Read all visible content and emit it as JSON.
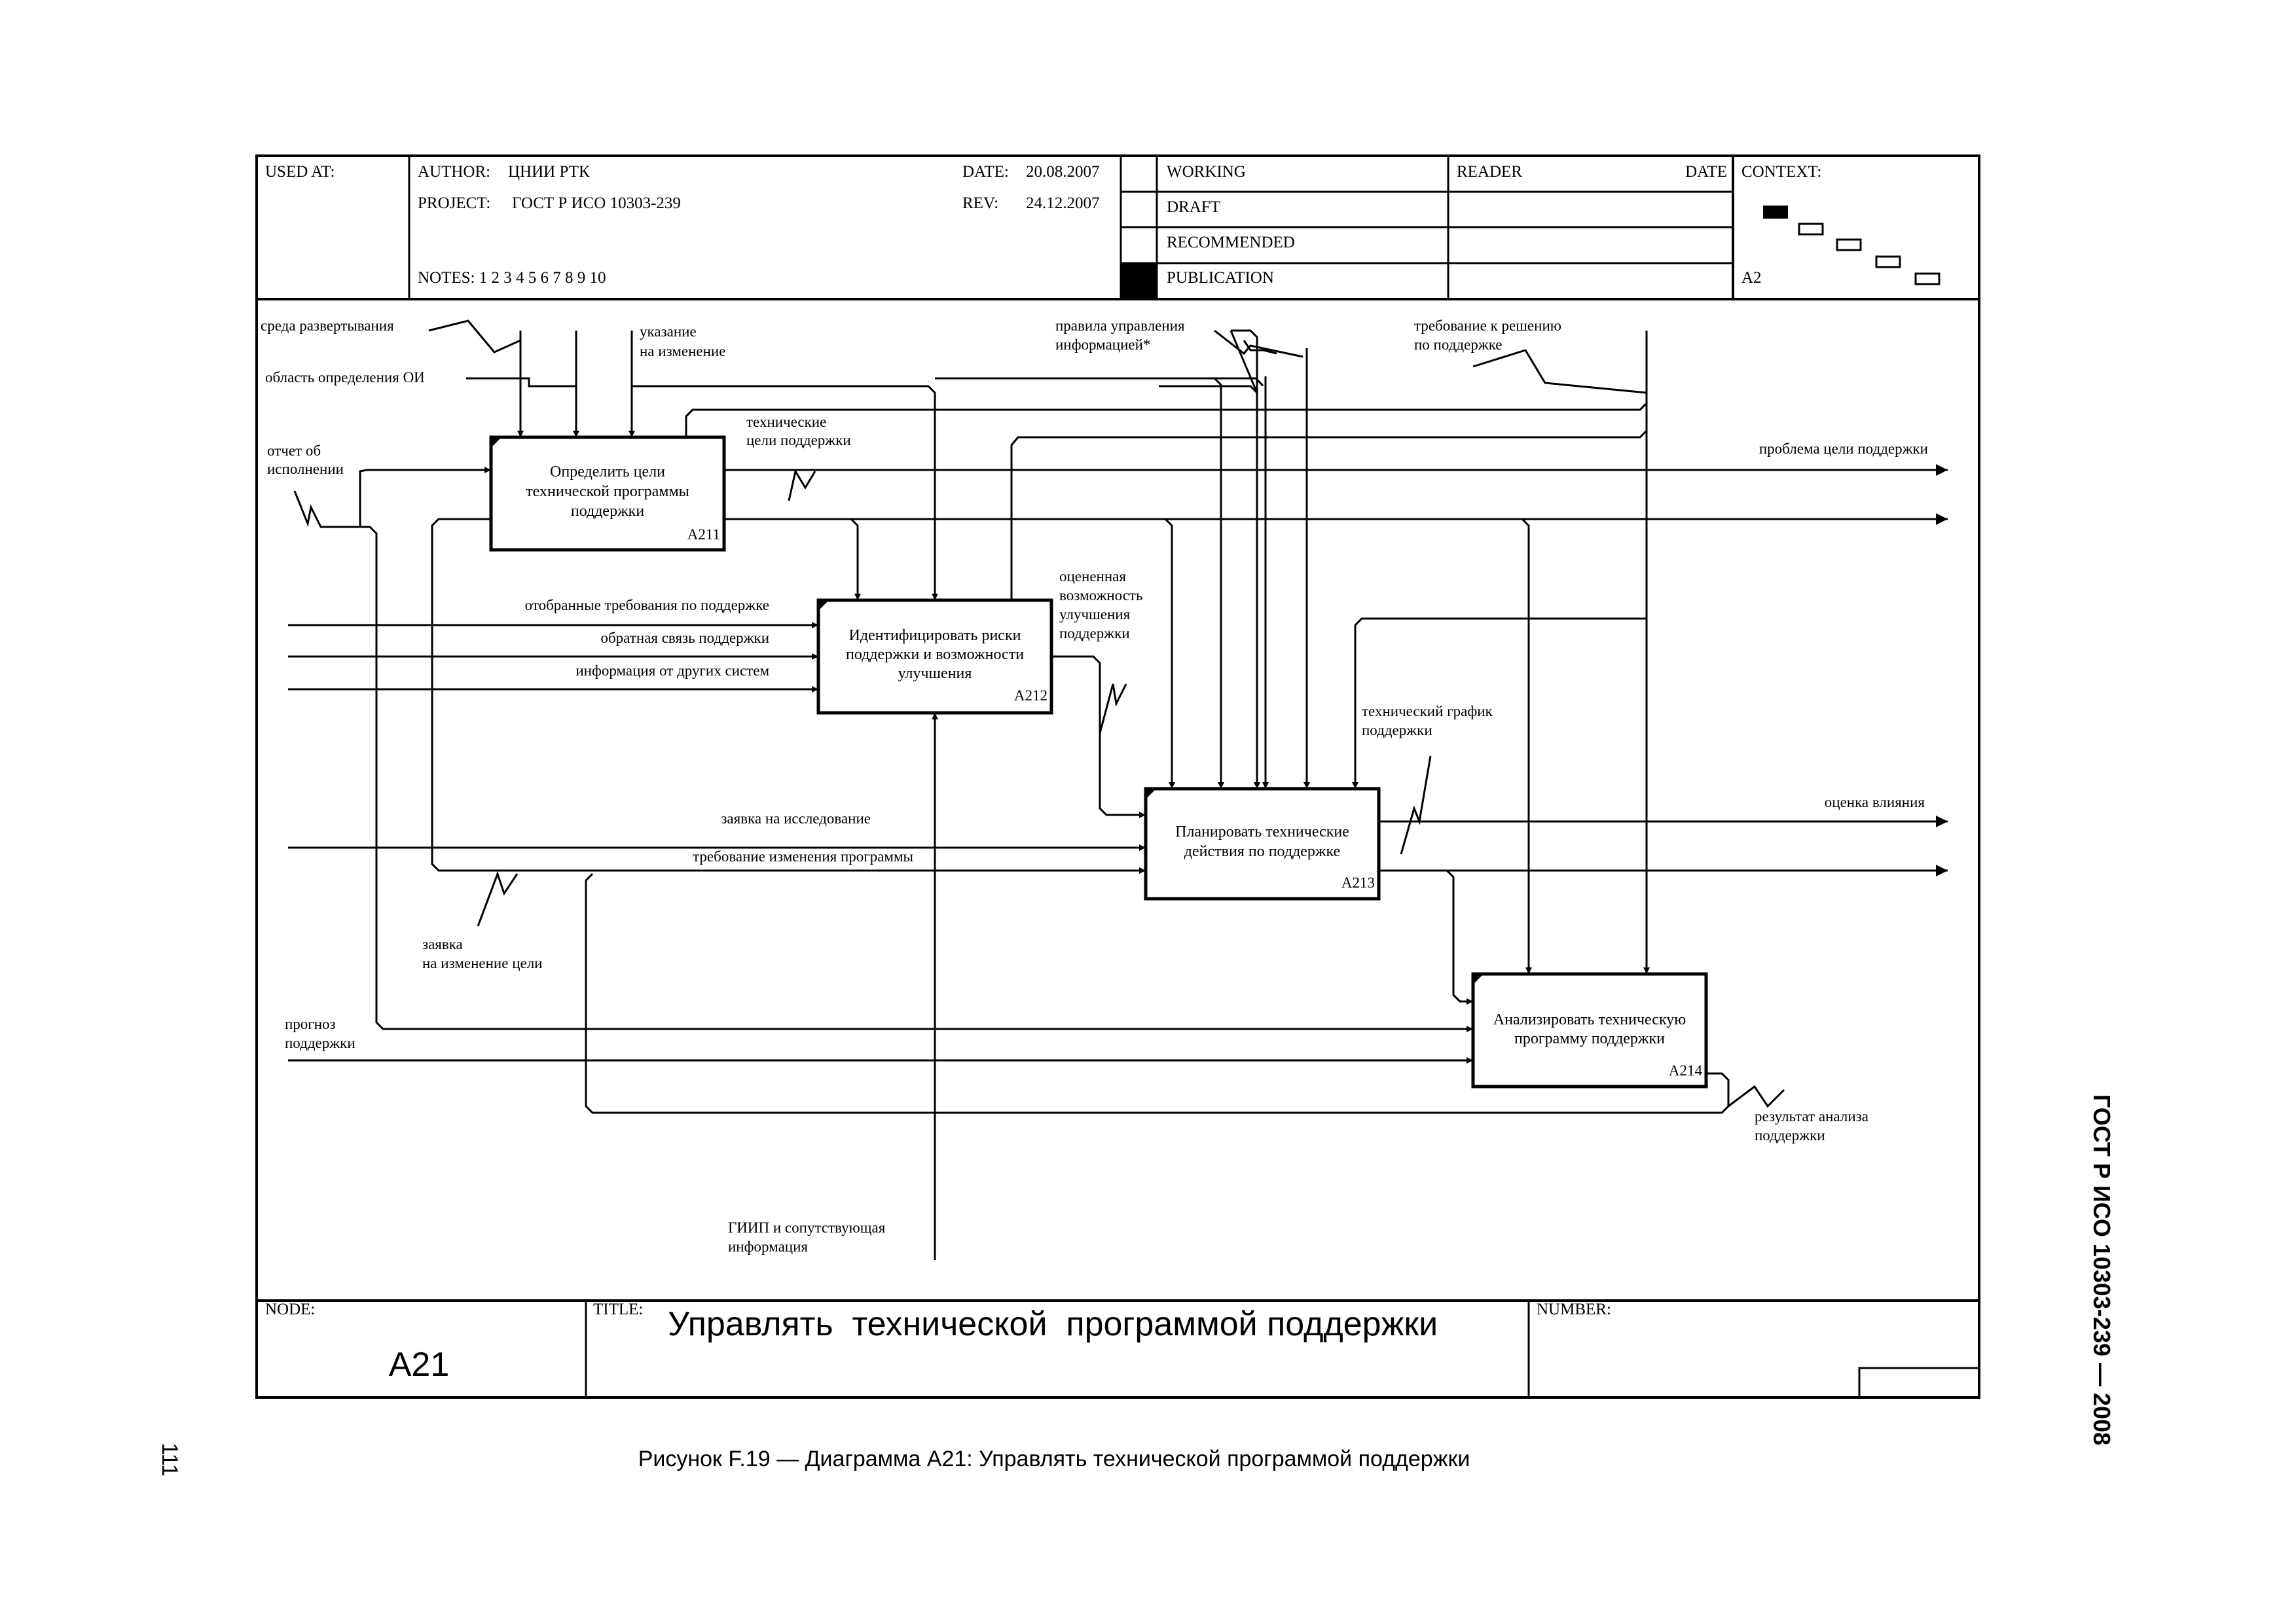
{
  "header": {
    "used_at_label": "USED AT:",
    "author_label": "AUTHOR:",
    "author_value": "ЦНИИ РТК",
    "project_label": "PROJECT:",
    "project_value": "ГОСТ Р ИСО 10303-239",
    "date_label": "DATE:",
    "date_value": "20.08.2007",
    "rev_label": "REV:",
    "rev_value": "24.12.2007",
    "notes": "NOTES: 1 2 3 4 5 6 7 8 9 10",
    "status": [
      "WORKING",
      "DRAFT",
      "RECOMMENDED",
      "PUBLICATION"
    ],
    "reader_label": "READER",
    "reader_date_label": "DATE",
    "context_label": "CONTEXT:",
    "context_node": "A2"
  },
  "boxes": [
    {
      "lines": [
        "Определить цели",
        "технической программы",
        "поддержки"
      ],
      "id": "A211"
    },
    {
      "lines": [
        "Идентифицировать риски",
        "поддержки и возможности",
        "улучшения"
      ],
      "id": "A212"
    },
    {
      "lines": [
        "Планировать технические",
        "действия по поддержке"
      ],
      "id": "A213"
    },
    {
      "lines": [
        "Анализировать техническую",
        "программу поддержки"
      ],
      "id": "A214"
    }
  ],
  "labels": {
    "env": "среда развертывания",
    "scope": "область определения ОИ",
    "instr": [
      "указание",
      "на изменение"
    ],
    "rules": [
      "правила управления",
      "информацией*"
    ],
    "req_solution": [
      "требование к решению",
      "по поддержке"
    ],
    "report": [
      "отчет об",
      "исполнении"
    ],
    "tech_goals": [
      "технические",
      "цели поддержки"
    ],
    "problem": "проблема цели поддержки",
    "selected_req": "отобранные требования по поддержке",
    "feedback": "обратная связь поддержки",
    "other_info": "информация от других систем",
    "assessed": [
      "оцененная",
      "возможность",
      "улучшения",
      "поддержки"
    ],
    "schedule": [
      "технический график",
      "поддержки"
    ],
    "impact": "оценка влияния",
    "research": "заявка на исследование",
    "change_req": "требование изменения программы",
    "goal_change": [
      "заявка",
      "на изменение цели"
    ],
    "forecast": [
      "прогноз",
      "поддержки"
    ],
    "result": [
      "результат анализа",
      "поддержки"
    ],
    "giip": [
      "ГИИП и сопутствующая",
      "информация"
    ]
  },
  "footer": {
    "node_label": "NODE:",
    "node_value": "A21",
    "title_label": "TITLE:",
    "title_value": "Управлять  технической  программой поддержки",
    "number_label": "NUMBER:"
  },
  "caption": "Рисунок F.19 — Диаграмма A21: Управлять технической программой поддержки",
  "page_number": "111",
  "side_text": "ГОСТ Р ИСО 10303-239 — 2008"
}
